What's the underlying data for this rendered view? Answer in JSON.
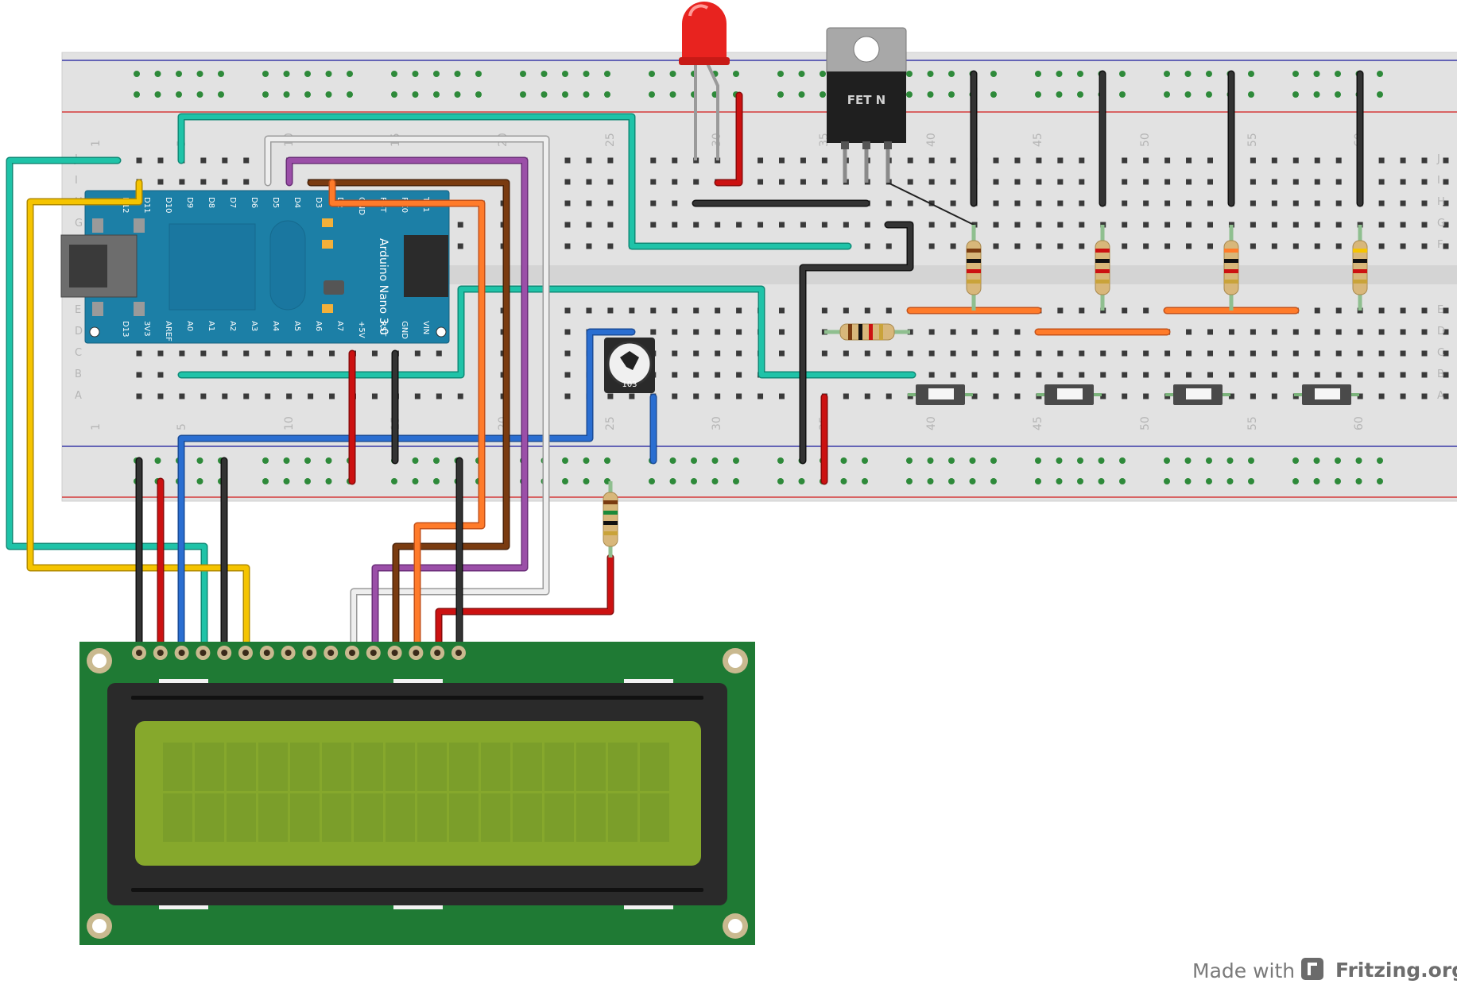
{
  "breadboard": {
    "row_letters": [
      "J",
      "I",
      "H",
      "G",
      "F",
      "E",
      "D",
      "C",
      "B",
      "A"
    ],
    "column_numbers": [
      "1",
      "5",
      "10",
      "15",
      "20",
      "25",
      "30",
      "35",
      "40",
      "45",
      "50",
      "55",
      "60"
    ]
  },
  "arduino": {
    "name": "Arduino Nano 3.0",
    "pins_top": [
      "D12",
      "D11",
      "D10",
      "D9",
      "D8",
      "D7",
      "D6",
      "D5",
      "D4",
      "D3",
      "D2",
      "GND",
      "RST",
      "RX0",
      "TX1"
    ],
    "pins_bottom": [
      "D13",
      "3V3",
      "AREF",
      "A0",
      "A1",
      "A2",
      "A3",
      "A4",
      "A5",
      "A6",
      "A7",
      "+5V",
      "RST",
      "GND",
      "VIN"
    ]
  },
  "transistor": {
    "label": "FET N"
  },
  "potentiometer": {
    "label": "103"
  },
  "lcd": {
    "columns": 16,
    "rows": 2,
    "pins": 16
  },
  "colors": {
    "wire_cyan": "#1fc3a8",
    "wire_yellow": "#f5c400",
    "wire_red": "#cc1111",
    "wire_black": "#222222",
    "wire_blue": "#2a6ed1",
    "wire_white": "#e0e0e0",
    "wire_purple": "#9b4fa8",
    "wire_brown": "#7a3b10",
    "wire_orange": "#ff7b2a",
    "lcd_board": "#1f7a34",
    "lcd_screen": "#86a82c",
    "arduino_board": "#1c7fa6",
    "breadboard": "#e4e4e4"
  },
  "footer": {
    "made_with": "Made with",
    "brand": "Fritzing.org"
  }
}
